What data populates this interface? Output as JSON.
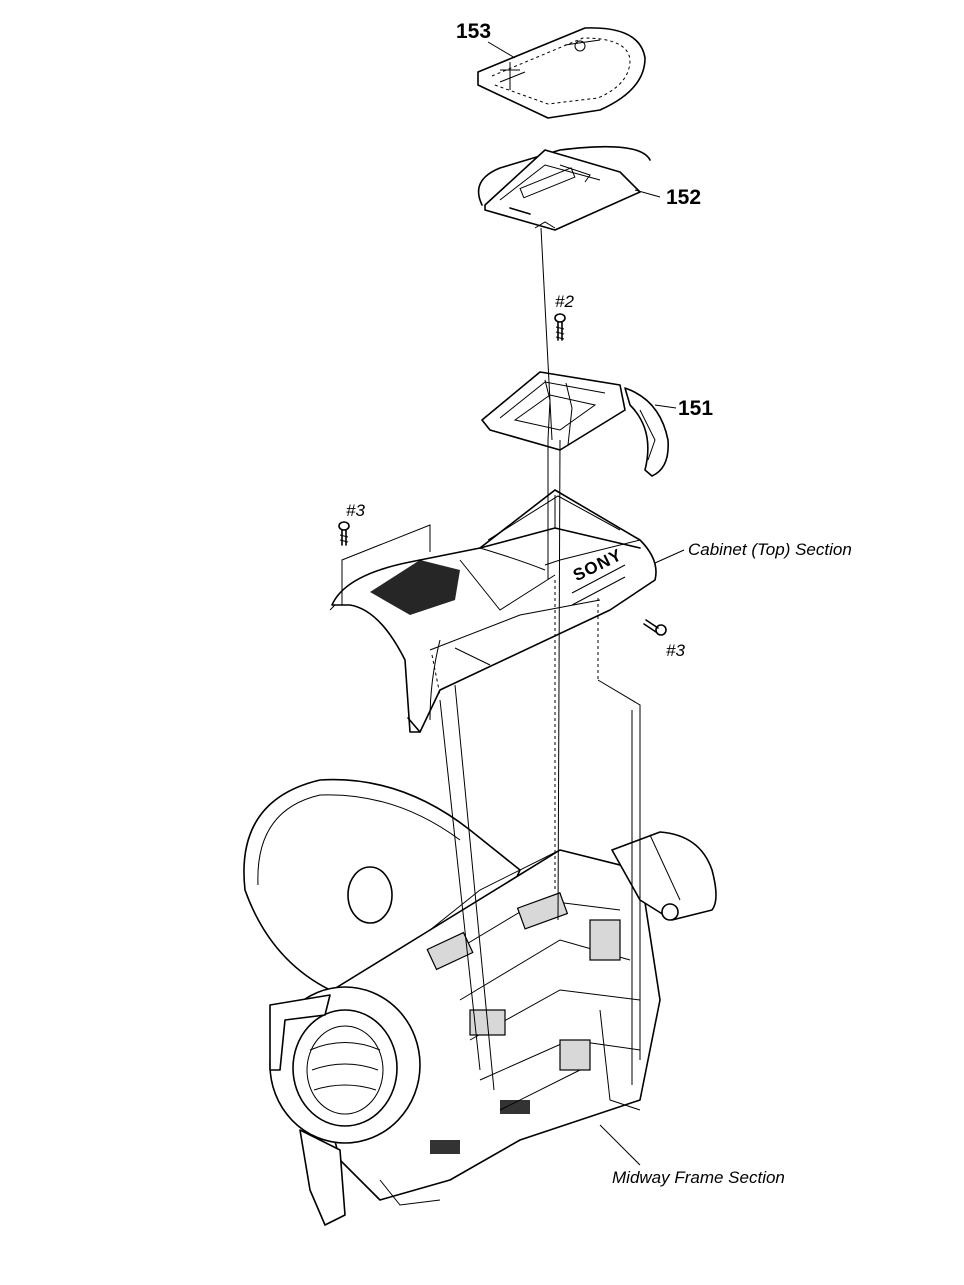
{
  "parts": {
    "p153": "153",
    "p152": "152",
    "p151": "151"
  },
  "screws": {
    "s2": "#2",
    "s3_left": "#3",
    "s3_right": "#3"
  },
  "sections": {
    "cabinet_top": "Cabinet (Top) Section",
    "midway_frame": "Midway Frame Section"
  },
  "brand_mark": "SONY"
}
